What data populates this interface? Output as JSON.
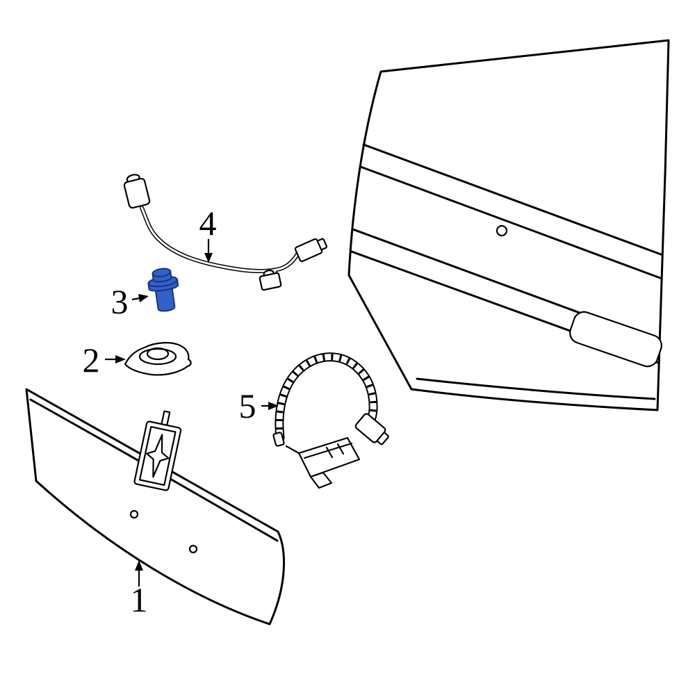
{
  "page": {
    "background": "#ffffff",
    "line_color": "#000000"
  },
  "diagram": {
    "highlight": {
      "part_label": "3",
      "fill": "#3260c8",
      "stroke": "#16337f"
    },
    "callouts": [
      {
        "label": "1"
      },
      {
        "label": "2"
      },
      {
        "label": "3"
      },
      {
        "label": "4"
      },
      {
        "label": "5"
      }
    ]
  }
}
